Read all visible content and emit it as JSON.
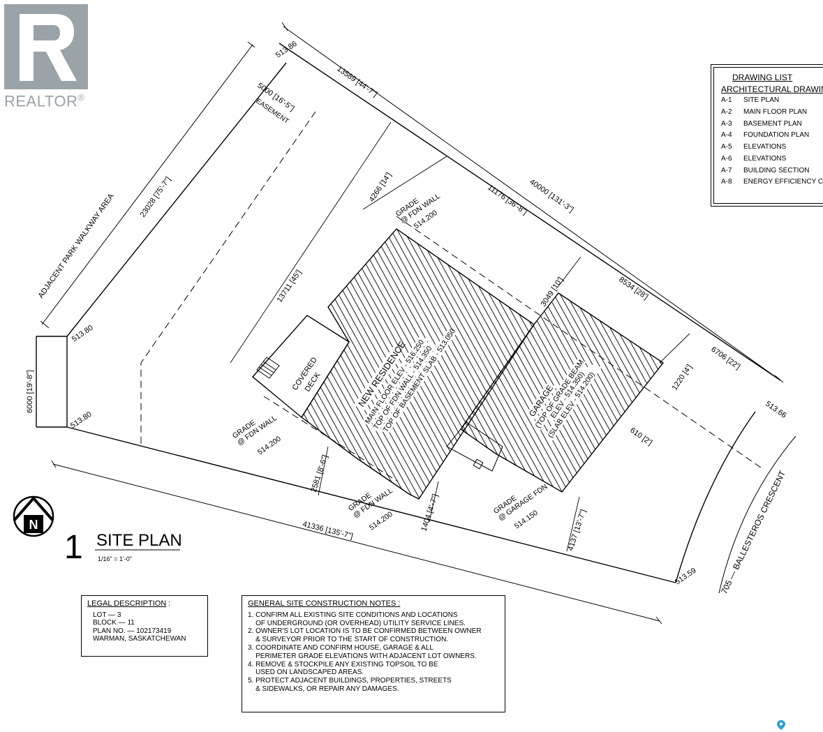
{
  "logo": {
    "text": "REALTOR",
    "mark": "®",
    "color": "#9aa3a8"
  },
  "sheet": {
    "number": "1",
    "title": "SITE PLAN",
    "scale": "1/16\" = 1'-0\""
  },
  "north": {
    "letter": "N"
  },
  "dimensions": {
    "d1": "513.86",
    "d2": "13589 [44'-7\"]",
    "d3": "5000 [16'-5\"]",
    "d4": "EASEMENT",
    "d5": "ADJACENT PARK WALKWAY AREA",
    "d6": "23028 [75'-7\"]",
    "d7": "40000 [131'-3\"]",
    "d8": "11176 [36'-8\"]",
    "d9": "4266 [14']",
    "d10": "13711 [45']",
    "d11": "8534 [28']",
    "d12": "3049 [10']",
    "d13": "6706 [22']",
    "d14": "1220 [4']",
    "d15": "513.66",
    "d16": "610 [2']",
    "d17": "6000 [19'-8\"]",
    "d18": "513.80",
    "d19": "513.80",
    "d20": "2581 [8'-6\"]",
    "d21": "1404 [4'-7\"]",
    "d22": "4137 [13'-7\"]",
    "d23": "41336 [135'-7\"]",
    "d24": "513.59",
    "d25": "705 — BALLESTEROS CRESCENT"
  },
  "grades": {
    "g1": {
      "l1": "GRADE",
      "l2": "@ FDN WALL",
      "val": "514.200"
    },
    "g2": {
      "l1": "GRADE",
      "l2": "@ FDN WALL",
      "val": "514.200"
    },
    "g3": {
      "l1": "GRADE",
      "l2": "@ FDN WALL",
      "val": "514.200"
    },
    "g4": {
      "l1": "GRADE",
      "l2": "@ GARAGE FDN",
      "val": "514.150"
    }
  },
  "labels": {
    "deck1": "COVERED",
    "deck2": "DECK",
    "res1": "NEW RESIDENCE",
    "res2": "MAIN FLOOR ELEV - 516.250",
    "res3": "TOP OF FDN WALL - 514.350",
    "res4": "TOP OF BASEMENT SLAB - 513.050",
    "gar1": "GARAGE",
    "gar2": "(TOP OF GRADE BEAM",
    "gar3": "ELEV - 514.350)",
    "gar4": "(SLAB ELEV - 514.200)"
  },
  "drawing_list": {
    "title": "DRAWING LIST",
    "subtitle": "ARCHITECTURAL DRAWING",
    "items": [
      {
        "code": "A-1",
        "name": "SITE PLAN"
      },
      {
        "code": "A-2",
        "name": "MAIN FLOOR PLAN"
      },
      {
        "code": "A-3",
        "name": "BASEMENT PLAN"
      },
      {
        "code": "A-4",
        "name": "FOUNDATION PLAN"
      },
      {
        "code": "A-5",
        "name": "ELEVATIONS"
      },
      {
        "code": "A-6",
        "name": "ELEVATIONS"
      },
      {
        "code": "A-7",
        "name": "BUILDING SECTION"
      },
      {
        "code": "A-8",
        "name": "ENERGY EFFICIENCY C"
      }
    ]
  },
  "legal": {
    "title": "LEGAL DESCRIPTION",
    "colon": ":",
    "lines": [
      "LOT — 3",
      "BLOCK — 11",
      "PLAN NO. — 102173419",
      "WARMAN, SASKATCHEWAN"
    ]
  },
  "notes": {
    "title": "GENERAL SITE CONSTRUCTION NOTES :",
    "lines": [
      "1. CONFIRM ALL EXISTING SITE CONDITIONS AND LOCATIONS",
      "    OF UNDERGROUND (OR OVERHEAD) UTILITY SERVICE LINES.",
      "2. OWNER'S LOT LOCATION IS TO BE CONFIRMED BETWEEN OWNER",
      "    & SURVEYOR PRIOR TO THE START OF CONSTRUCTION.",
      "3. COORDINATE AND CONFIRM HOUSE, GARAGE & ALL",
      "    PERIMETER GRADE ELEVATIONS WITH ADJACENT LOT OWNERS.",
      "4. REMOVE & STOCKPILE ANY EXISTING TOPSOIL TO BE",
      "    USED ON LANDSCAPED AREAS.",
      "5. PROTECT ADJACENT BUILDINGS, PROPERTIES, STREETS",
      "    & SIDEWALKS, OR REPAIR ANY DAMAGES."
    ]
  },
  "colors": {
    "ink": "#000000",
    "logo_gray": "#9aa3a8",
    "pin": "#2a9fd6"
  }
}
